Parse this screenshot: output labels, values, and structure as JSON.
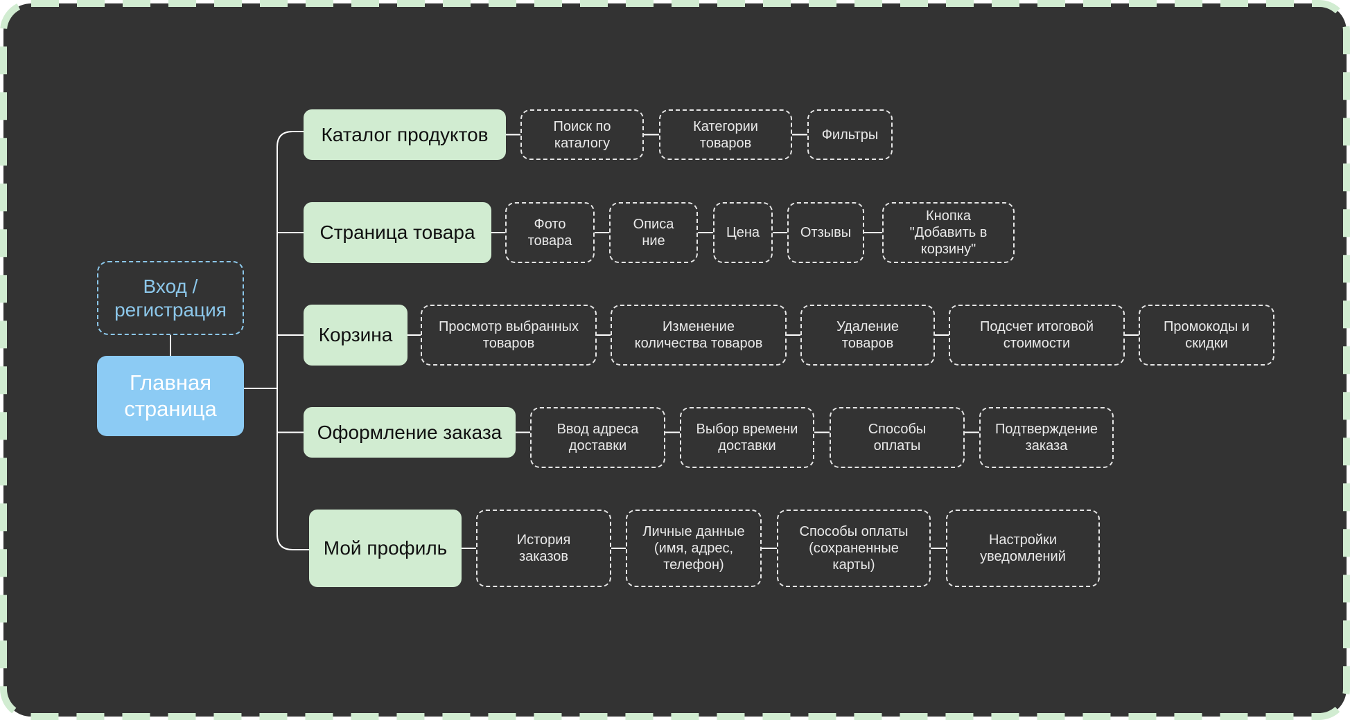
{
  "colors": {
    "canvas": "#333333",
    "frame_dash": "#d1ecd1",
    "section_fill": "#d1ecd1",
    "root_fill": "#8ccbf4",
    "login_border": "#8cc7ea",
    "connector": "#ffffff"
  },
  "root": {
    "label": "Главная\nстраница"
  },
  "login": {
    "label": "Вход /\nрегистрация"
  },
  "sections": [
    {
      "label": "Каталог продуктов",
      "items": [
        "Поиск по\nкаталогу",
        "Категории\nтоваров",
        "Фильтры"
      ]
    },
    {
      "label": "Страница товара",
      "items": [
        "Фото\nтовара",
        "Описа\nние",
        "Цена",
        "Отзывы",
        "Кнопка\n\"Добавить в\nкорзину\""
      ]
    },
    {
      "label": "Корзина",
      "items": [
        "Просмотр выбранных\nтоваров",
        "Изменение\nколичества товаров",
        "Удаление\nтоваров",
        "Подсчет итоговой\nстоимости",
        "Промокоды и\nскидки"
      ]
    },
    {
      "label": "Оформление заказа",
      "items": [
        "Ввод адреса\nдоставки",
        "Выбор времени\nдоставки",
        "Способы\nоплаты",
        "Подтверждение\nзаказа"
      ]
    },
    {
      "label": "Мой профиль",
      "items": [
        "История\nзаказов",
        "Личные данные\n(имя, адрес,\nтелефон)",
        "Способы оплаты\n(сохраненные\nкарты)",
        "Настройки\nуведомлений"
      ]
    }
  ]
}
